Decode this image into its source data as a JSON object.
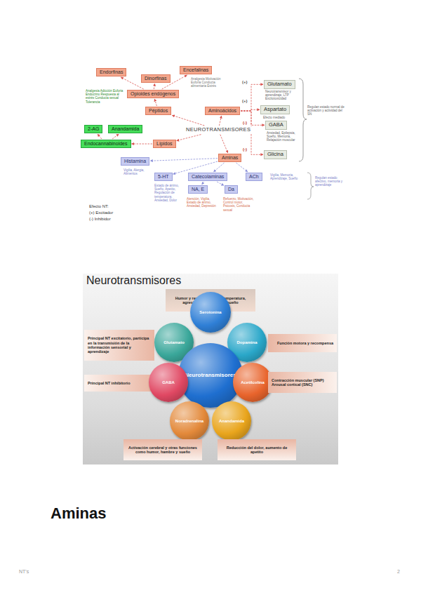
{
  "diagram": {
    "title": "Aminas",
    "nodes": [
      {
        "text": [
          "Endorfinas"
        ]
      },
      {
        "text": [
          "Encefalinas"
        ]
      },
      {
        "text": [
          "Dinorfinas"
        ]
      },
      {
        "text": [
          "Opioides endógenos"
        ]
      },
      {
        "text": [
          "Péptidos"
        ]
      },
      {
        "text": [
          "Aminoácidos"
        ]
      },
      {
        "text": [
          "Glutamato"
        ]
      },
      {
        "text": [
          "Aspartato"
        ]
      },
      {
        "text": [
          "NEUROTRANSMISORES"
        ]
      },
      {
        "text": [
          "2-AG"
        ]
      },
      {
        "text": [
          "Anandamida"
        ]
      },
      {
        "text": [
          "GABA"
        ]
      },
      {
        "text": [
          "Endocannabinoides"
        ]
      },
      {
        "text": [
          "Lípidos"
        ]
      },
      {
        "text": [
          "Glicina"
        ]
      },
      {
        "text": [
          "Aminas"
        ]
      },
      {
        "text": [
          "Histamina"
        ]
      },
      {
        "text": [
          "5-HT"
        ]
      },
      {
        "text": [
          "Catecolaminas"
        ]
      },
      {
        "text": [
          "ACh"
        ]
      },
      {
        "text": [
          "NA, E"
        ]
      },
      {
        "text": [
          "Da"
        ]
      },
      {
        "text": [
          "Neurotransmisores"
        ]
      },
      {
        "text": [
          "Humor y regulación de la temperatura, agresividad y ciclos del sueño"
        ],
        "in": 22
      },
      {
        "text": [
          "Serotonina"
        ],
        "in": 22
      },
      {
        "text": [
          "Principal NT excitatorio, participa en la transmisión de la información sensorial y aprendizaje"
        ],
        "in": 22
      },
      {
        "text": [
          "Glutamato"
        ],
        "in": 22
      },
      {
        "text": [
          "Dopamina"
        ],
        "in": 22
      },
      {
        "text": [
          "Función motora y recompensa"
        ],
        "in": 22
      },
      {
        "text": [
          "Neurotransmisores"
        ],
        "in": 22
      },
      {
        "text": [
          "Principal NT inhibitorio"
        ],
        "in": 22
      },
      {
        "text": [
          "GABA"
        ],
        "in": 22
      },
      {
        "text": [
          "Acetilcolina"
        ],
        "in": 22
      },
      {
        "text": [
          "Contracción muscular (SNP) Arousal cortical (SNC)"
        ],
        "in": 22
      },
      {
        "text": [
          "Noradrenalina"
        ],
        "in": 22
      },
      {
        "text": [
          "Anandamida"
        ],
        "in": 22
      },
      {
        "text": [
          "Activación cerebral y otras funciones como humor, hambre y sueño"
        ],
        "in": 22
      },
      {
        "text": [
          "Reducción del dolor, aumento de apetito"
        ],
        "in": 22
      }
    ],
    "edges": [
      {
        "from": 8,
        "to": 4,
        "arrow": "to"
      },
      {
        "from": 8,
        "to": 5,
        "arrow": "to"
      },
      {
        "from": 8,
        "to": 13,
        "arrow": "to"
      },
      {
        "from": 8,
        "to": 15,
        "arrow": "to"
      },
      {
        "from": 4,
        "to": 3,
        "arrow": "to"
      },
      {
        "from": 3,
        "to": 0,
        "arrow": "to"
      },
      {
        "from": 3,
        "to": 2,
        "arrow": "to"
      },
      {
        "from": 3,
        "to": 1,
        "arrow": "to"
      },
      {
        "from": 13,
        "to": 12,
        "arrow": "to"
      },
      {
        "from": 12,
        "to": 9,
        "arrow": "to"
      },
      {
        "from": 12,
        "to": 10,
        "arrow": "to"
      },
      {
        "from": 5,
        "to": 6,
        "arrow": "to"
      },
      {
        "from": 5,
        "to": 7,
        "arrow": "to"
      },
      {
        "from": 5,
        "to": 11,
        "arrow": "to"
      },
      {
        "from": 5,
        "to": 14,
        "arrow": "to"
      },
      {
        "from": 15,
        "to": 16,
        "arrow": "to"
      },
      {
        "from": 15,
        "to": 17,
        "arrow": "to"
      },
      {
        "from": 15,
        "to": 18,
        "arrow": "to"
      },
      {
        "from": 15,
        "to": 19,
        "arrow": "to"
      },
      {
        "from": 18,
        "to": 20,
        "arrow": "to"
      },
      {
        "from": 18,
        "to": 21,
        "arrow": "to"
      }
    ],
    "labels": [
      "Analgesia Motivación Euforia Conducta alimentaria Estrés",
      "Analgesia Adicción Euforia Endocrino Respuesta al estrés Conducta sexual Tolerancia",
      "(+)",
      "Neurotransmisor y aprendizaje, LTP Excitotoxicidad",
      "(+)",
      "Efecto mediado",
      "(-)",
      "Ansiedad, Epilepsia, Sueño, Memoria, Relajación muscular",
      "(-)",
      "Regulan estado normal de activación y actividad del SN",
      "Vigilia, Alergia, Alimentos",
      "Estado de ánimo, Sueño, Apetito, Regulación de temperatura, Ansiedad, Dolor",
      "Atención, Vigilia, Estado de ánimo, Ansiedad, Depresión",
      "Refuerzo, Motivación, Control motor, Psicosis, Conducta sexual",
      "Vigilia, Memoria, Aprendizaje, Sueño",
      "Regulan estado afectivo, memoria y aprendizaje",
      "Efecto NT:",
      "(+) Excitador",
      "(-) Inhibidor",
      "NT's",
      "2"
    ]
  }
}
